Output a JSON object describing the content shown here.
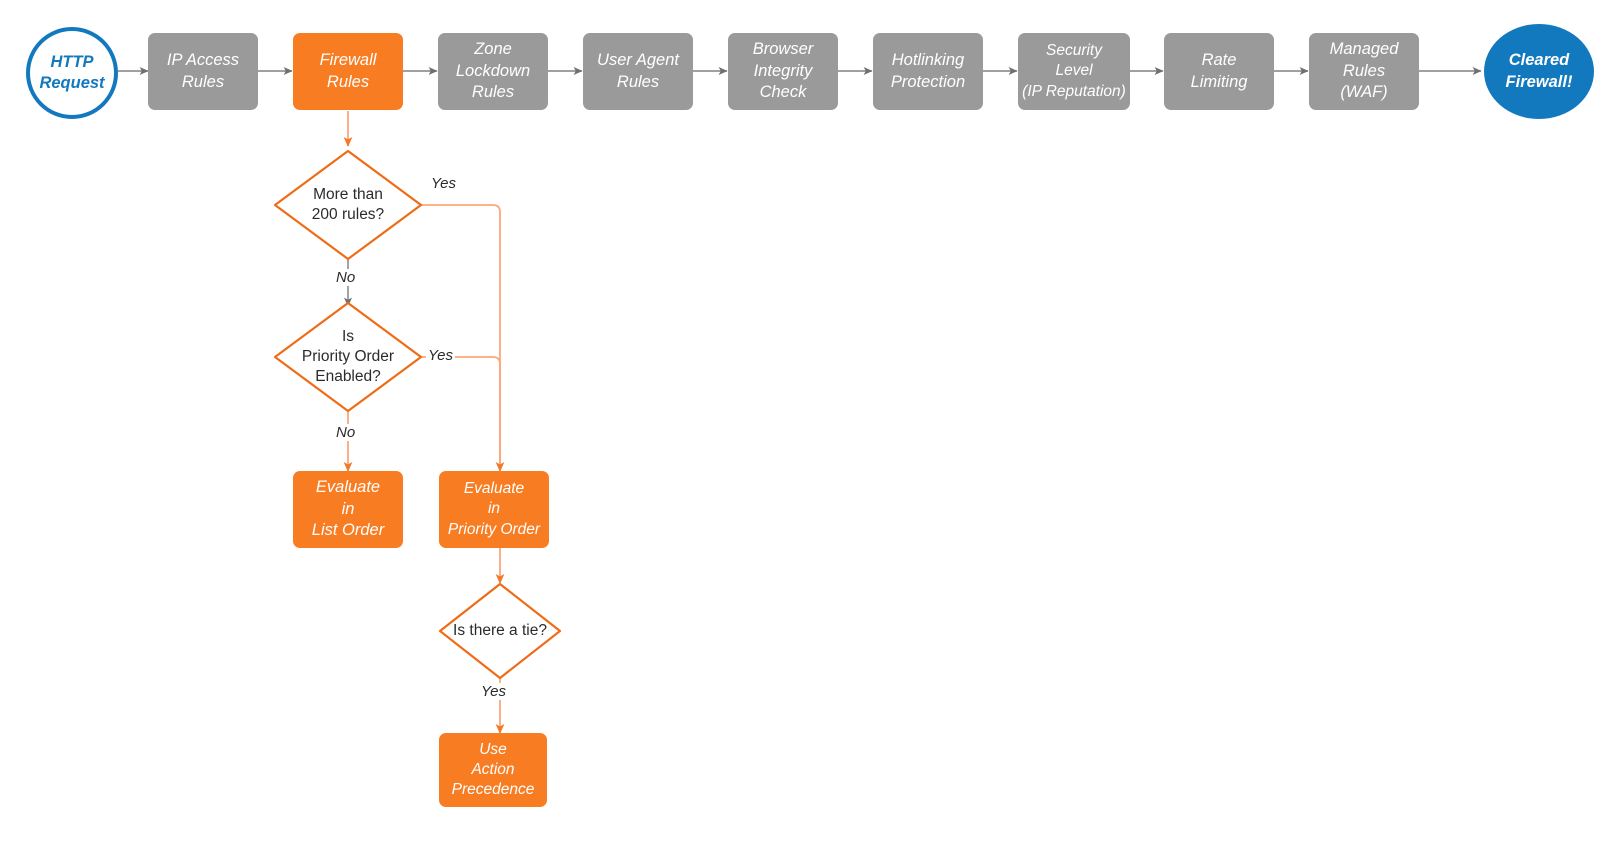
{
  "diagram": {
    "title": "Cloudflare firewall rules evaluation order flowchart",
    "colors": {
      "gray_fill": "#9a9a9a",
      "orange_fill": "#f87c22",
      "orange_stroke": "#ef6c17",
      "orange_light_stroke": "#fba77a",
      "blue": "#1379be",
      "gray_stroke": "#808080",
      "text_dark": "#2b2b2b",
      "background": "#ffffff"
    }
  },
  "pipeline": {
    "start": {
      "label": "HTTP Request",
      "shape": "circle",
      "style": "hollow-blue"
    },
    "steps": [
      {
        "label": "IP Access\nRules",
        "style": "gray"
      },
      {
        "label": "Firewall\nRules",
        "style": "orange"
      },
      {
        "label": "Zone\nLockdown\nRules",
        "style": "gray"
      },
      {
        "label": "User Agent\nRules",
        "style": "gray"
      },
      {
        "label": "Browser\nIntegrity\nCheck",
        "style": "gray"
      },
      {
        "label": "Hotlinking\nProtection",
        "style": "gray"
      },
      {
        "label": "Security\nLevel\n(IP Reputation)",
        "style": "gray"
      },
      {
        "label": "Rate\nLimiting",
        "style": "gray"
      },
      {
        "label": "Managed\nRules\n(WAF)",
        "style": "gray"
      }
    ],
    "end": {
      "label": "Cleared\nFirewall!",
      "shape": "circle",
      "style": "filled-blue"
    }
  },
  "branch": {
    "decisions": [
      {
        "id": "more-than-200-rules",
        "label": "More than\n200 rules?"
      },
      {
        "id": "is-priority-order-enabled",
        "label": "Is\nPriority Order\nEnabled?"
      },
      {
        "id": "is-there-a-tie",
        "label": "Is there a tie?"
      }
    ],
    "outcomes": [
      {
        "id": "evaluate-in-list-order",
        "label": "Evaluate\nin\nList Order"
      },
      {
        "id": "evaluate-in-priority-order",
        "label": "Evaluate\nin\nPriority Order"
      },
      {
        "id": "use-action-precedence",
        "label": "Use\nAction\nPrecedence"
      }
    ],
    "edge_labels": {
      "d1_yes": "Yes",
      "d1_no": "No",
      "d2_yes": "Yes",
      "d2_no": "No",
      "d3_yes": "Yes"
    }
  }
}
